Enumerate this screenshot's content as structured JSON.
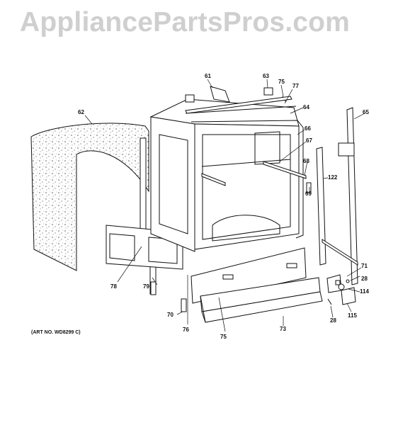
{
  "watermark": "AppliancePartsPros.com",
  "art_note": "(ART NO. WD8299 C)",
  "callouts": [
    {
      "id": "61"
    },
    {
      "id": "63"
    },
    {
      "id": "75a",
      "text": "75"
    },
    {
      "id": "77"
    },
    {
      "id": "62"
    },
    {
      "id": "64"
    },
    {
      "id": "65"
    },
    {
      "id": "66"
    },
    {
      "id": "67"
    },
    {
      "id": "68"
    },
    {
      "id": "69"
    },
    {
      "id": "122"
    },
    {
      "id": "71"
    },
    {
      "id": "28a",
      "text": "28"
    },
    {
      "id": "114"
    },
    {
      "id": "115"
    },
    {
      "id": "28b",
      "text": "28"
    },
    {
      "id": "73"
    },
    {
      "id": "75b",
      "text": "75"
    },
    {
      "id": "76"
    },
    {
      "id": "70"
    },
    {
      "id": "79"
    },
    {
      "id": "78"
    }
  ],
  "colors": {
    "line": "#111111",
    "watermark": "#cfcfcf",
    "speckle": "#555555"
  }
}
